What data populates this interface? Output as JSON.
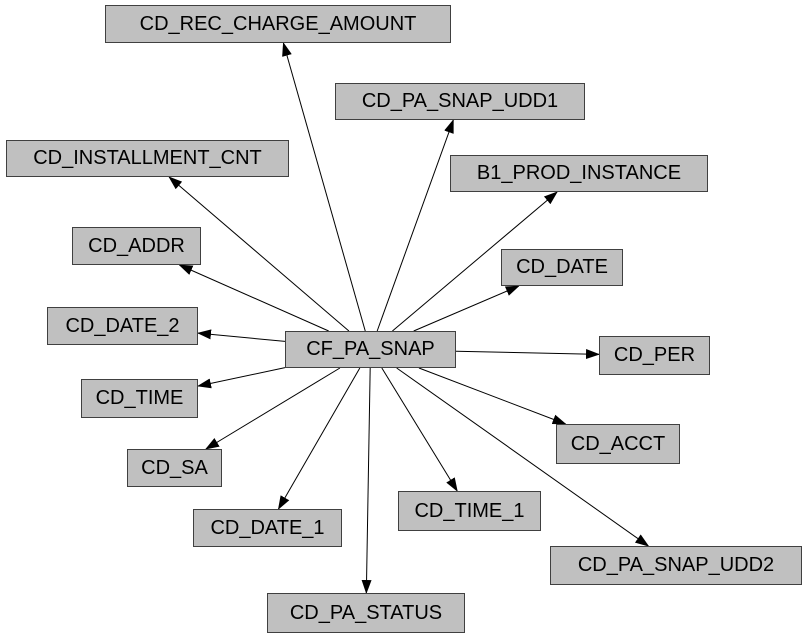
{
  "diagram": {
    "center": {
      "id": "n-snap",
      "label": "CF_PA_SNAP"
    },
    "nodes": [
      {
        "id": "n-rec",
        "label": "CD_REC_CHARGE_AMOUNT"
      },
      {
        "id": "n-udd1",
        "label": "CD_PA_SNAP_UDD1"
      },
      {
        "id": "n-inst",
        "label": "CD_INSTALLMENT_CNT"
      },
      {
        "id": "n-prod",
        "label": "B1_PROD_INSTANCE"
      },
      {
        "id": "n-addr",
        "label": "CD_ADDR"
      },
      {
        "id": "n-date",
        "label": "CD_DATE"
      },
      {
        "id": "n-date2",
        "label": "CD_DATE_2"
      },
      {
        "id": "n-per",
        "label": "CD_PER"
      },
      {
        "id": "n-time",
        "label": "CD_TIME"
      },
      {
        "id": "n-acct",
        "label": "CD_ACCT"
      },
      {
        "id": "n-sa",
        "label": "CD_SA"
      },
      {
        "id": "n-time1",
        "label": "CD_TIME_1"
      },
      {
        "id": "n-date1",
        "label": "CD_DATE_1"
      },
      {
        "id": "n-udd2",
        "label": "CD_PA_SNAP_UDD2"
      },
      {
        "id": "n-status",
        "label": "CD_PA_STATUS"
      }
    ],
    "edges": [
      {
        "from": "n-snap",
        "to": "n-rec"
      },
      {
        "from": "n-snap",
        "to": "n-udd1"
      },
      {
        "from": "n-snap",
        "to": "n-inst"
      },
      {
        "from": "n-snap",
        "to": "n-prod"
      },
      {
        "from": "n-snap",
        "to": "n-addr"
      },
      {
        "from": "n-snap",
        "to": "n-date"
      },
      {
        "from": "n-snap",
        "to": "n-date2"
      },
      {
        "from": "n-snap",
        "to": "n-per"
      },
      {
        "from": "n-snap",
        "to": "n-time"
      },
      {
        "from": "n-snap",
        "to": "n-acct"
      },
      {
        "from": "n-snap",
        "to": "n-sa"
      },
      {
        "from": "n-snap",
        "to": "n-time1"
      },
      {
        "from": "n-snap",
        "to": "n-date1"
      },
      {
        "from": "n-snap",
        "to": "n-udd2"
      },
      {
        "from": "n-snap",
        "to": "n-status"
      }
    ],
    "colors": {
      "node_fill": "#c0c0c0",
      "node_border": "#404040",
      "edge": "#000000",
      "background": "#ffffff"
    }
  }
}
